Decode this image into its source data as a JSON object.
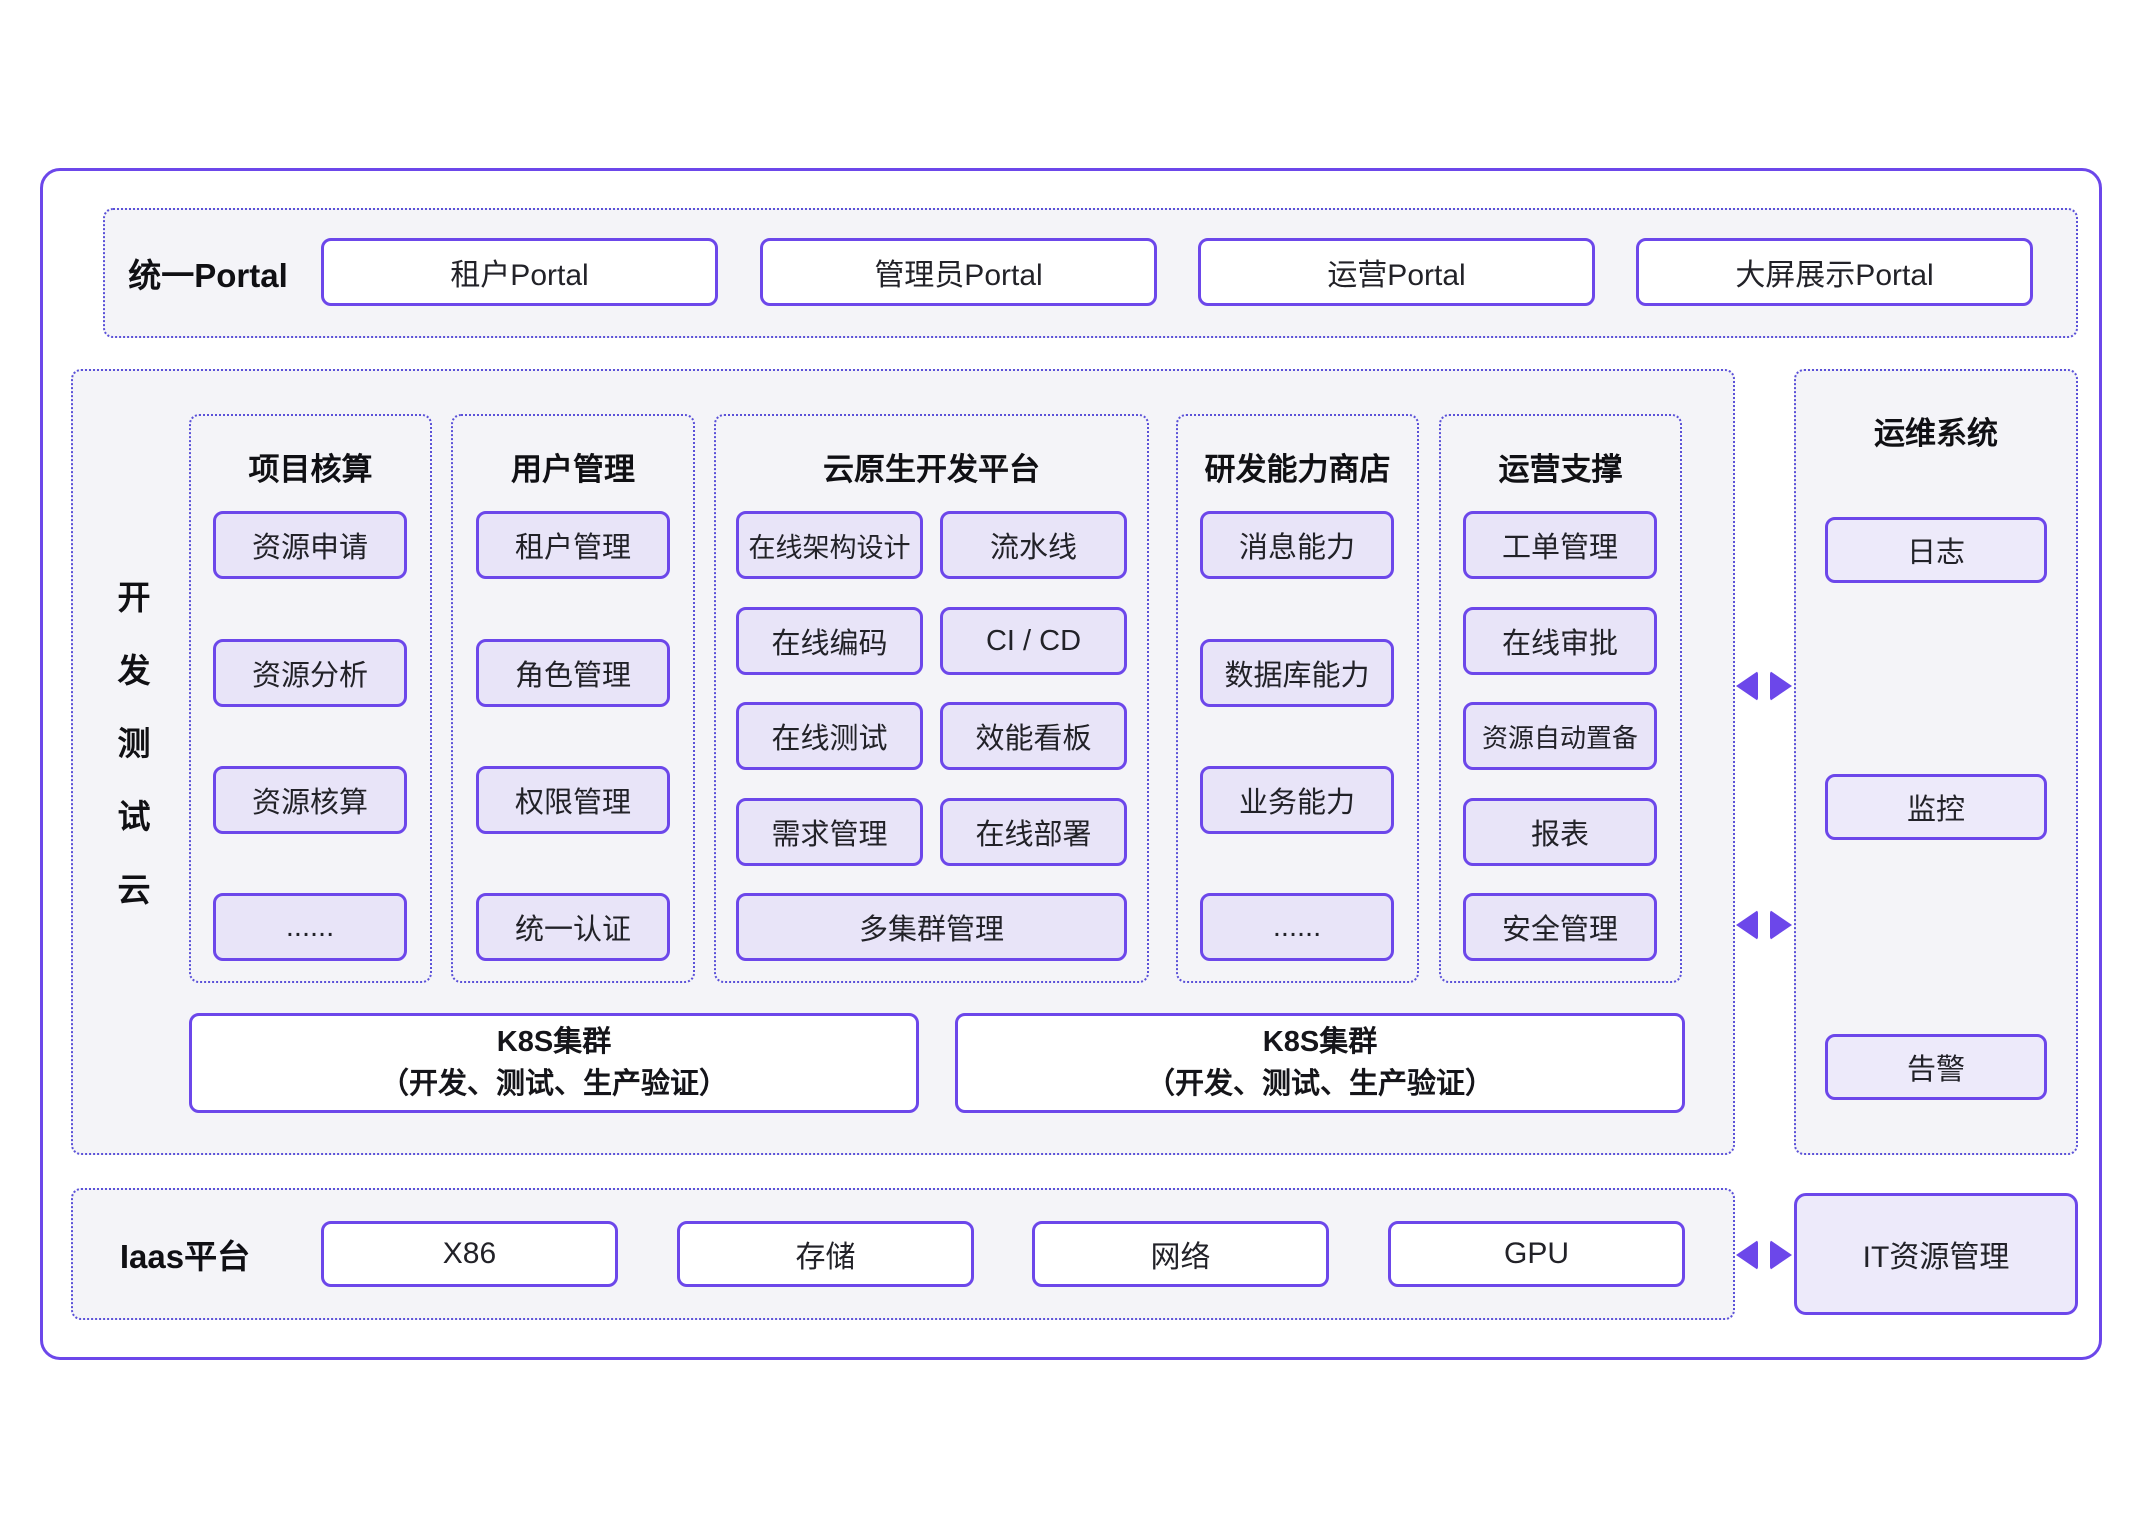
{
  "colors": {
    "solid_border": "#6C47EA",
    "dashed_border": "#5B51D8",
    "item_fill": "#E8E4F8",
    "item_fill_light": "#EDEAFA",
    "panel_fill": "#F4F4F8",
    "arrow": "#6C47EA",
    "text": "#222228"
  },
  "portal": {
    "label": "统一Portal",
    "buttons": [
      "租户Portal",
      "管理员Portal",
      "运营Portal",
      "大屏展示Portal"
    ]
  },
  "cloud": {
    "label": "开发测试云",
    "columns": [
      {
        "title": "项目核算",
        "items": [
          "资源申请",
          "资源分析",
          "资源核算",
          "......"
        ]
      },
      {
        "title": "用户管理",
        "items": [
          "租户管理",
          "角色管理",
          "权限管理",
          "统一认证"
        ]
      },
      {
        "title": "云原生开发平台",
        "rows": [
          [
            "在线架构设计",
            "流水线"
          ],
          [
            "在线编码",
            "CI / CD"
          ],
          [
            "在线测试",
            "效能看板"
          ],
          [
            "需求管理",
            "在线部署"
          ]
        ],
        "full_row": "多集群管理"
      },
      {
        "title": "研发能力商店",
        "items": [
          "消息能力",
          "数据库能力",
          "业务能力",
          "......"
        ]
      },
      {
        "title": "运营支撑",
        "items": [
          "工单管理",
          "在线审批",
          "资源自动置备",
          "报表",
          "安全管理"
        ]
      }
    ],
    "k8s": [
      {
        "line1": "K8S集群",
        "line2": "（开发、测试、生产验证）"
      },
      {
        "line1": "K8S集群",
        "line2": "（开发、测试、生产验证）"
      }
    ]
  },
  "ops": {
    "title": "运维系统",
    "items": [
      "日志",
      "监控",
      "告警"
    ]
  },
  "iaas": {
    "label": "Iaas平台",
    "buttons": [
      "X86",
      "存储",
      "网络",
      "GPU"
    ],
    "it_label": "IT资源管理"
  }
}
